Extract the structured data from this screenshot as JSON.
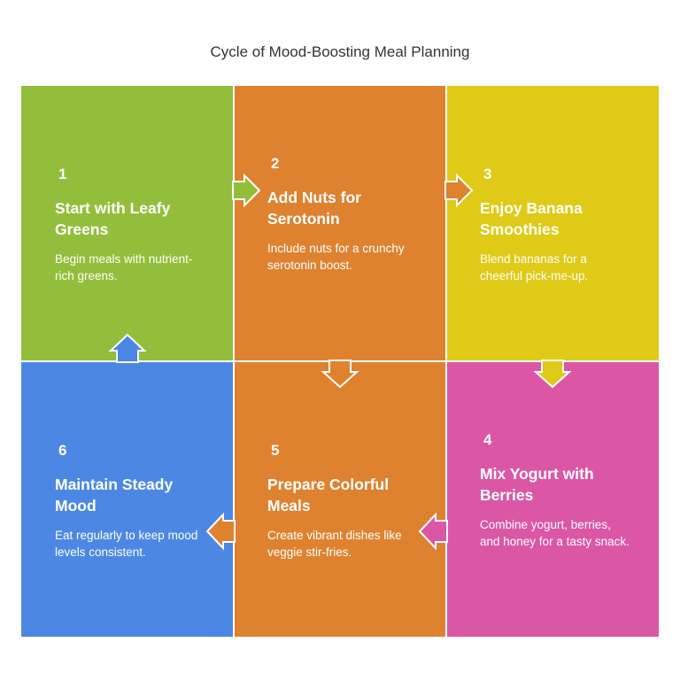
{
  "title": "Cycle of Mood-Boosting Meal Planning",
  "colors": {
    "green": "#93BE3B",
    "orange": "#DE8230",
    "yellow": "#DFCA17",
    "pink": "#DB57A6",
    "blue": "#4C88E3"
  },
  "steps": [
    {
      "number": "1",
      "title": "Start with Leafy Greens",
      "description": "Begin meals with nutrient-rich greens."
    },
    {
      "number": "2",
      "title": "Add Nuts for Serotonin",
      "description": "Include nuts for a crunchy serotonin boost."
    },
    {
      "number": "3",
      "title": "Enjoy Banana Smoothies",
      "description": "Blend bananas for a cheerful pick-me-up."
    },
    {
      "number": "4",
      "title": "Mix Yogurt with Berries",
      "description": "Combine yogurt, berries, and honey for a tasty snack."
    },
    {
      "number": "5",
      "title": "Prepare Colorful Meals",
      "description": "Create vibrant dishes like veggie stir-fries."
    },
    {
      "number": "6",
      "title": "Maintain Steady Mood",
      "description": "Eat regularly to keep mood levels consistent."
    }
  ]
}
